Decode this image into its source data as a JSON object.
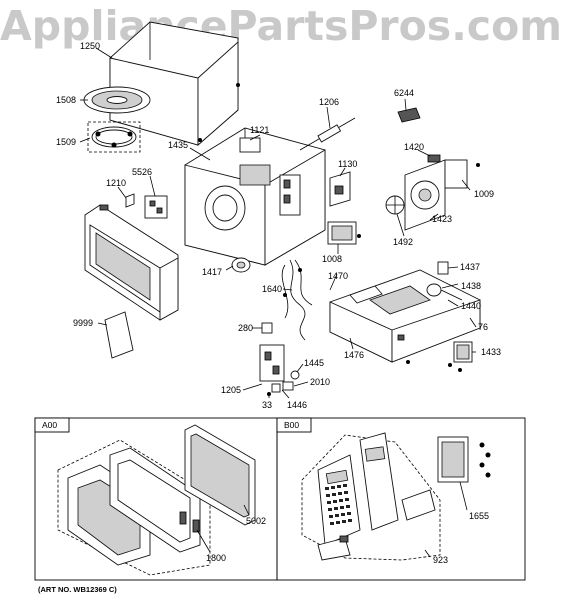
{
  "watermark": "AppliancePartsPros.com",
  "art_number": "(ART NO. WB12369 C)",
  "sections": [
    {
      "code": "A00"
    },
    {
      "code": "B00"
    }
  ],
  "part_labels": {
    "p1250": "1250",
    "p1508": "1508",
    "p1509": "1509",
    "p1206": "1206",
    "p6244": "6244",
    "p1121": "1121",
    "p1435": "1435",
    "p1420": "1420",
    "p1130": "1130",
    "p1009": "1009",
    "p5526": "5526",
    "p1210": "1210",
    "p1423": "1423",
    "p1492": "1492",
    "p1008": "1008",
    "p1437": "1437",
    "p1417": "1417",
    "p1470": "1470",
    "p1438": "1438",
    "p1640": "1640",
    "p1440": "1440",
    "p9999": "9999",
    "p280": "280",
    "p76": "76",
    "p1476": "1476",
    "p1433": "1433",
    "p1445": "1445",
    "p2010": "2010",
    "p1205": "1205",
    "p33": "33",
    "p1446": "1446",
    "p5002": "5002",
    "p1800": "1800",
    "p1655": "1655",
    "p923": "923"
  }
}
